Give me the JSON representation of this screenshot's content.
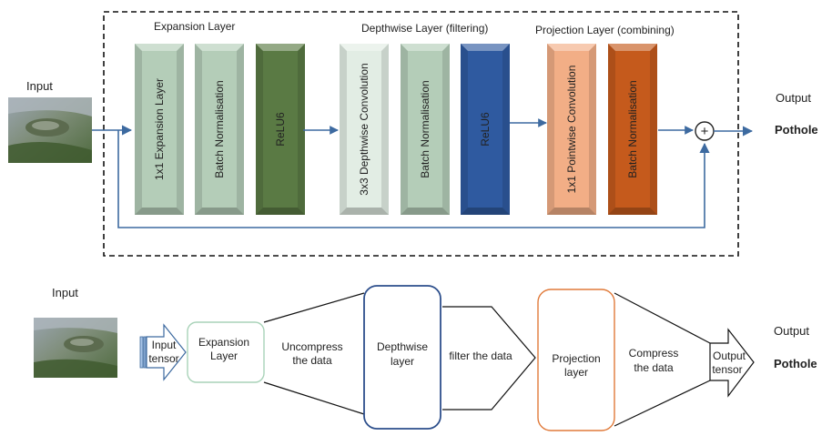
{
  "top": {
    "input_label": "Input",
    "output_label": "Output",
    "output_class": "Pothole",
    "sections": {
      "expansion": "Expansion Layer",
      "depthwise": "Depthwise Layer (filtering)",
      "projection": "Projection Layer (combining)"
    },
    "blocks": [
      {
        "label": "1x1 Expansion Layer",
        "fill": "#b4cdb8",
        "text_color": "#333333"
      },
      {
        "label": "Batch Normalisation",
        "fill": "#b4cdb8",
        "text_color": "#333333"
      },
      {
        "label": "ReLU6",
        "fill": "#5a7a44",
        "text_color": "#e8eee0"
      },
      {
        "label": "3x3 Depthwise Convolution",
        "fill": "#e2ede4",
        "text_color": "#333333"
      },
      {
        "label": "Batch Normalisation",
        "fill": "#b4cdb8",
        "text_color": "#333333"
      },
      {
        "label": "ReLU6",
        "fill": "#2f5aa0",
        "text_color": "#c8d6f0"
      },
      {
        "label": "1x1 Pointwise Convolution",
        "fill": "#f2ae86",
        "text_color": "#333333"
      },
      {
        "label": "Batch Normalisation",
        "fill": "#c55a1c",
        "text_color": "#f4e2d6"
      }
    ],
    "sum_symbol": "+"
  },
  "bottom": {
    "input_label": "Input",
    "input_tensor": [
      "Input",
      "tensor"
    ],
    "expansion_box": [
      "Expansion",
      "Layer"
    ],
    "uncompress_text": [
      "Uncompress",
      "the data"
    ],
    "depthwise_box": [
      "Depthwise",
      "layer"
    ],
    "filter_text": "filter the data",
    "projection_box": [
      "Projection",
      "layer"
    ],
    "compress_text": [
      "Compress",
      "the data"
    ],
    "output_tensor": [
      "Output",
      "tensor"
    ],
    "output_label": "Output",
    "output_class": "Pothole"
  },
  "colors": {
    "arrow": "#3d6aa0",
    "expansion_border": "#a8d2b8",
    "depthwise_border": "#2d4f8c",
    "projection_border": "#e07a3a"
  }
}
